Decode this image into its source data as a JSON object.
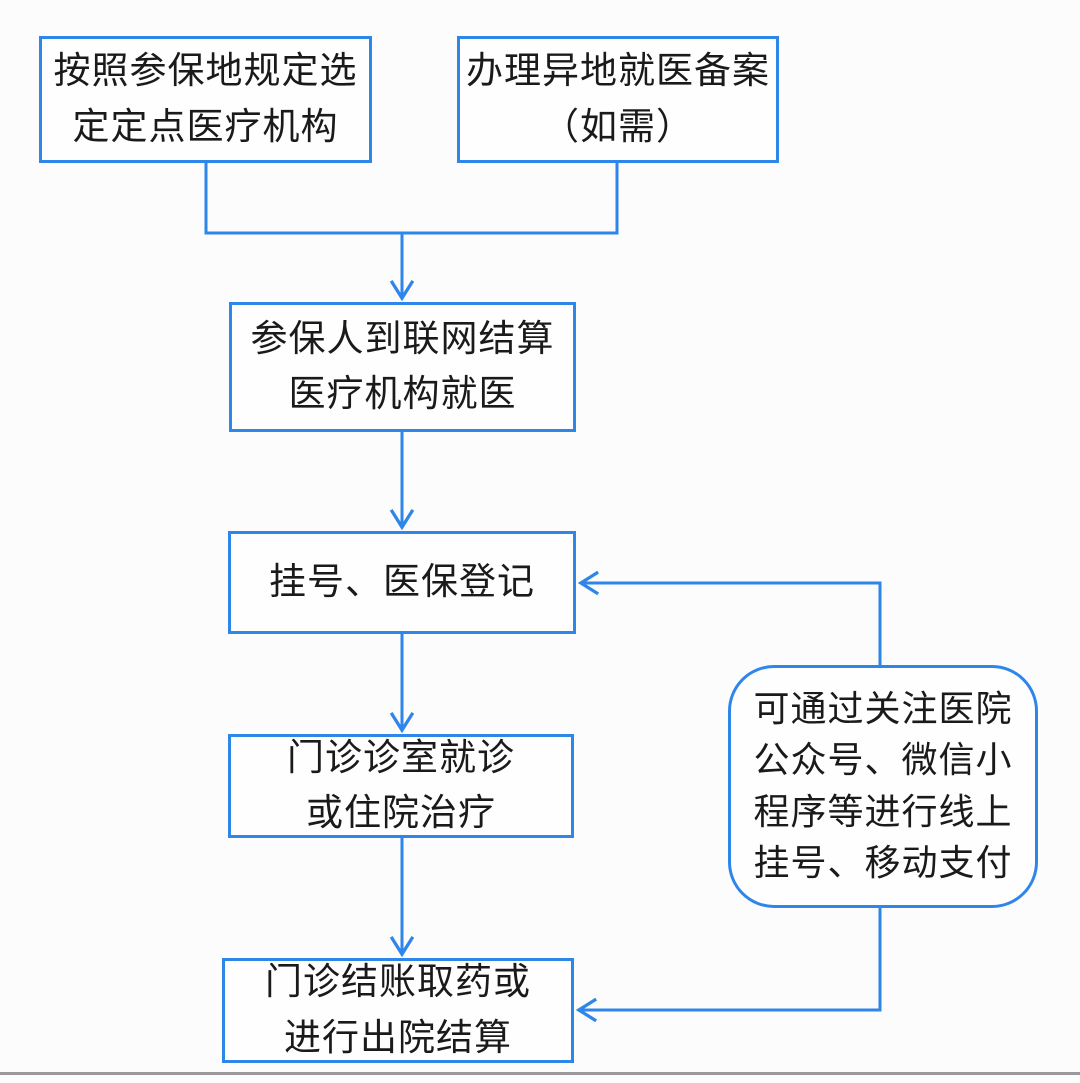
{
  "diagram": {
    "nodes": {
      "select_facility": {
        "text": "按照参保地规定选\n定定点医疗机构"
      },
      "remote_filing": {
        "text": "办理异地就医备案\n（如需）"
      },
      "visit_hospital": {
        "text": "参保人到联网结算\n医疗机构就医"
      },
      "registration": {
        "text": "挂号、医保登记"
      },
      "treatment": {
        "text": "门诊诊室就诊\n或住院治疗"
      },
      "settlement": {
        "text": "门诊结账取药或\n进行出院结算"
      },
      "online_note": {
        "text": "可通过关注医院\n公众号、微信小\n程序等进行线上\n挂号、移动支付"
      }
    },
    "colors": {
      "line_blue": "#2e86e8",
      "text_black": "#1a1a1a",
      "divider_gray": "#9a9a9a",
      "background": "#fcfcfc"
    }
  }
}
